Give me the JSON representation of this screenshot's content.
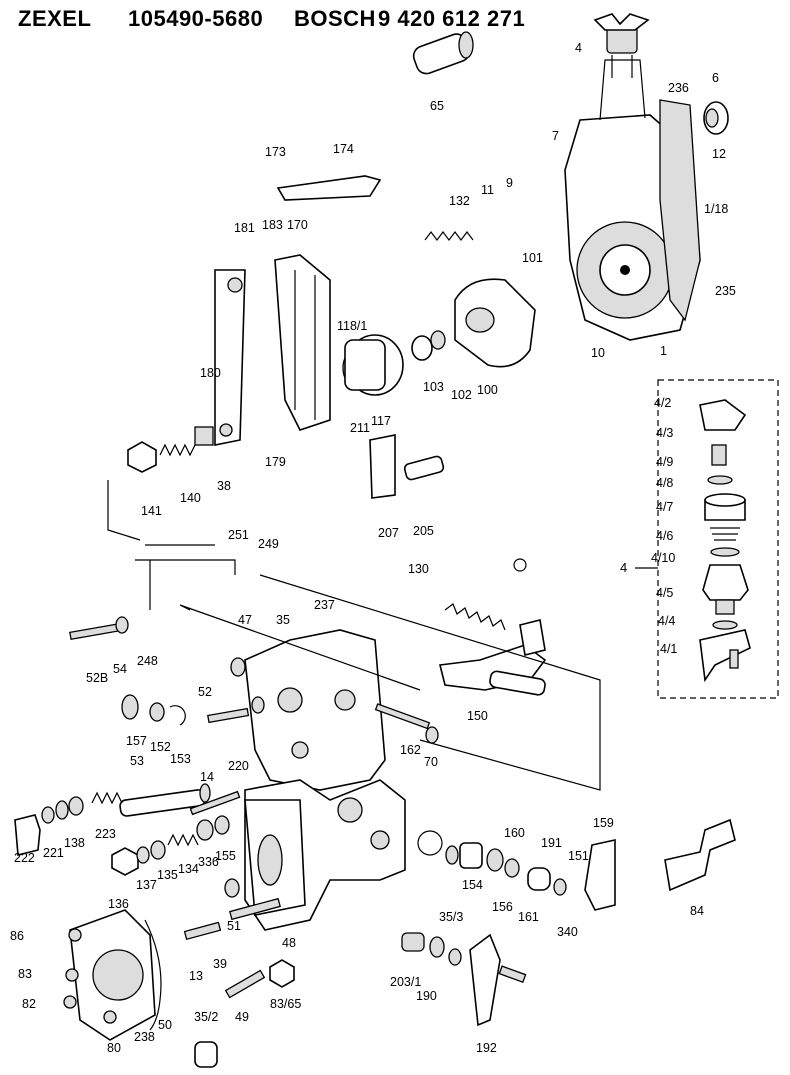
{
  "header": {
    "brand1": "ZEXEL",
    "partno1": "105490-5680",
    "brand2": "BOSCH",
    "partno2": "9 420 612 271"
  },
  "callouts": [
    "65",
    "4",
    "236",
    "6",
    "7",
    "12",
    "1/18",
    "9",
    "11",
    "132",
    "173",
    "174",
    "181",
    "183",
    "170",
    "235",
    "101",
    "10",
    "1",
    "118/1",
    "103",
    "102",
    "100",
    "117",
    "180",
    "211",
    "179",
    "141",
    "140",
    "38",
    "207",
    "205",
    "4/2",
    "4/3",
    "4/9",
    "4/8",
    "4/7",
    "4/6",
    "4/10",
    "4/5",
    "4/4",
    "4/1",
    "251",
    "249",
    "130",
    "237",
    "47",
    "35",
    "52B",
    "54",
    "248",
    "52",
    "157",
    "152",
    "153",
    "150",
    "162",
    "70",
    "53",
    "14",
    "220",
    "223",
    "222",
    "221",
    "138",
    "136",
    "137",
    "135",
    "134",
    "336",
    "155",
    "160",
    "191",
    "159",
    "151",
    "154",
    "156",
    "161",
    "340",
    "84",
    "86",
    "83",
    "82",
    "80",
    "238",
    "50",
    "13",
    "39",
    "51",
    "48",
    "49",
    "83/65",
    "35/2",
    "203/1",
    "35/3",
    "190",
    "192"
  ],
  "group4_label": "4"
}
